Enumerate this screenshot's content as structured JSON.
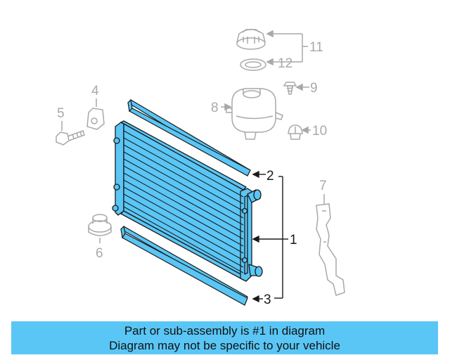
{
  "callouts": {
    "c1": "1",
    "c2": "2",
    "c3": "3",
    "c4": "4",
    "c5": "5",
    "c6": "6",
    "c7": "7",
    "c8": "8",
    "c9": "9",
    "c10": "10",
    "c11": "11",
    "c12": "12"
  },
  "banner": {
    "line1": "Part or sub-assembly is #1 in diagram",
    "line2": "Diagram may not be specific to your vehicle"
  },
  "colors": {
    "highlight": "#5ac6f5",
    "outline_main": "#1a1a1a",
    "outline_ghost": "#a9a9a9",
    "banner_bg": "#5ac6f5"
  }
}
